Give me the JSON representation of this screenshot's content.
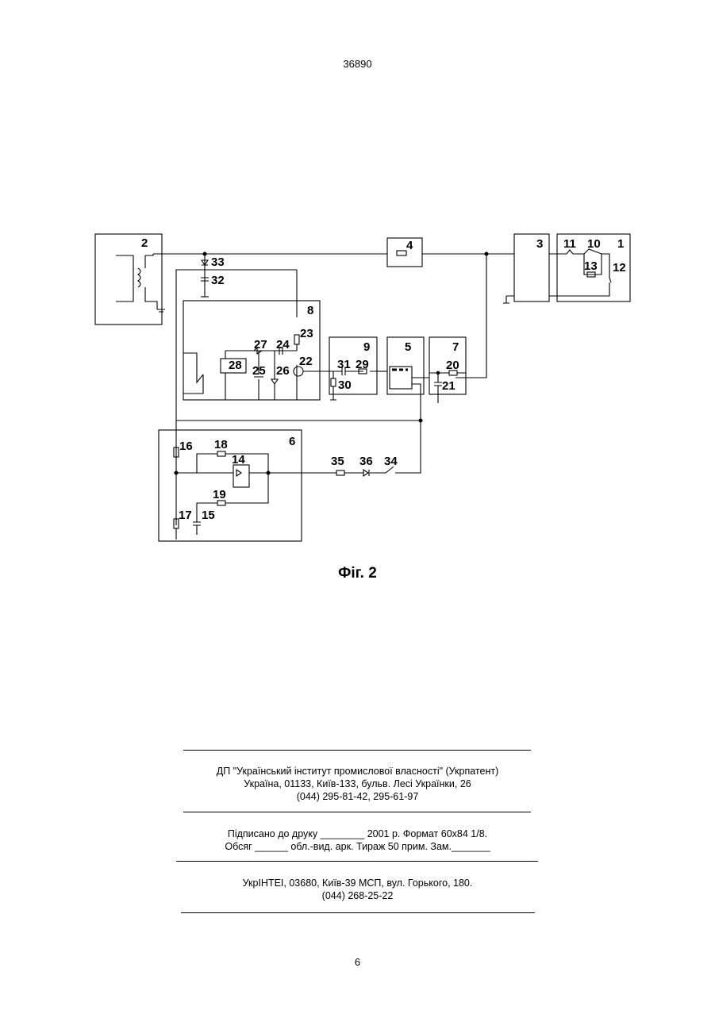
{
  "header": {
    "patent_number": "36890"
  },
  "figure": {
    "caption": "Фіг. 2",
    "labels": {
      "b2": "2",
      "b3": "3",
      "b4": "4",
      "b1": "1",
      "b11": "11",
      "b10": "10",
      "b13": "13",
      "b12": "12",
      "b33": "33",
      "b32": "32",
      "b8": "8",
      "b23": "23",
      "b27": "27",
      "b24": "24",
      "b28": "28",
      "b25": "25",
      "b26": "26",
      "b22": "22",
      "b9": "9",
      "b31": "31",
      "b29": "29",
      "b30": "30",
      "b5": "5",
      "b7": "7",
      "b20": "20",
      "b21": "21",
      "b6": "6",
      "b16": "16",
      "b18": "18",
      "b14": "14",
      "b19": "19",
      "b17": "17",
      "b15": "15",
      "b35": "35",
      "b36": "36",
      "b34": "34"
    }
  },
  "imprint": {
    "org": "ДП \"Український інститут промислової власності\" (Укрпатент)",
    "address": "Україна, 01133, Київ-133, бульв. Лесі Українки, 26",
    "phones": "(044) 295-81-42, 295-61-97",
    "signed_line": "Підписано до друку ________ 2001 р.    Формат 60х84 1/8.",
    "volume_line": "Обсяг ______ обл.-вид. арк.   Тираж 50 прим.    Зам._______",
    "printer": "УкрІНТЕІ, 03680, Київ-39 МСП, вул. Горького, 180.",
    "printer_phone": "(044) 268-25-22"
  },
  "footer": {
    "page_number": "6"
  }
}
